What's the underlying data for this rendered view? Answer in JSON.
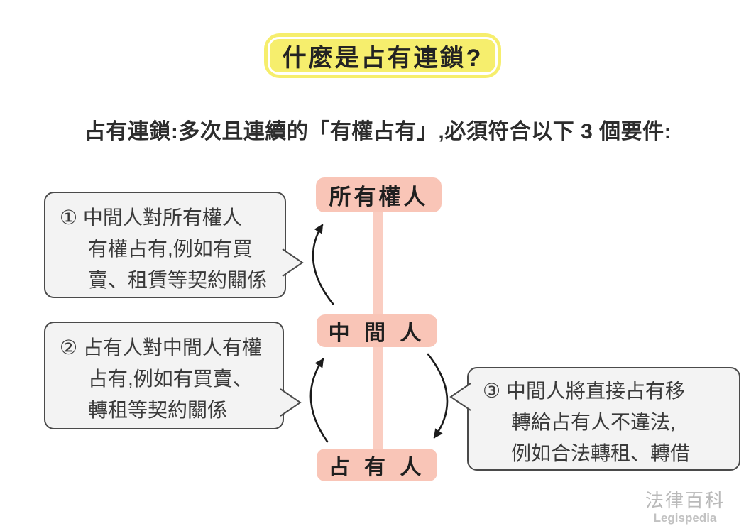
{
  "title": "什麼是占有連鎖?",
  "subtitle": "占有連鎖:多次且連續的「有權占有」,必須符合以下 3 個要件:",
  "nodes": {
    "owner": "所有權人",
    "middleman": "中 間 人",
    "possessor": "占 有 人"
  },
  "bubbles": [
    {
      "number": "①",
      "lines": [
        "① 中間人對所有權人",
        "有權占有,例如有買",
        "賣、租賃等契約關係"
      ]
    },
    {
      "number": "②",
      "lines": [
        "② 占有人對中間人有權",
        "占有,例如有買賣、",
        "轉租等契約關係"
      ]
    },
    {
      "number": "③",
      "lines": [
        "③ 中間人將直接占有移",
        "轉給占有人不違法,",
        "例如合法轉租、轉借"
      ]
    }
  ],
  "watermark": {
    "zh": "法律百科",
    "en": "Legispedia"
  },
  "colors": {
    "highlight_yellow": "#f6ee6d",
    "node_pink": "#f9c5b7",
    "connector_pink": "#facdc1",
    "bubble_fill": "#f3f3f3",
    "bubble_border": "#4a4a4a",
    "arrow_black": "#1b1b1b",
    "watermark_gray": "#b9b9b9"
  }
}
